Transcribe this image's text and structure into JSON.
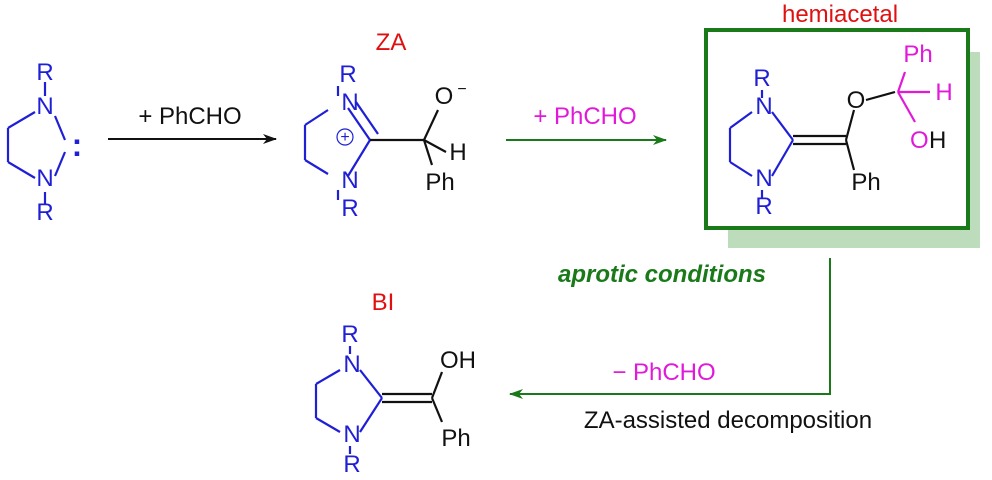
{
  "colors": {
    "structure": "#1f1fd6",
    "black": "#111111",
    "red": "#e01010",
    "magenta": "#e01ad8",
    "green": "#1a7a1a",
    "box_shadow": "#bcdcbc"
  },
  "atoms": {
    "R": "R",
    "N": "N",
    "O": "O",
    "H": "H",
    "Ph": "Ph",
    "OH": "OH",
    "O_minus": "O",
    "minus": "−",
    "plus": "+",
    "carbene": ":"
  },
  "reagents": {
    "first": "+ PhCHO",
    "second": "+ PhCHO",
    "loss": "− PhCHO"
  },
  "labels": {
    "za": "ZA",
    "hemiacetal": "hemiacetal",
    "bi": "BI",
    "conditions": "aprotic conditions",
    "decomposition": "ZA-assisted decomposition"
  }
}
